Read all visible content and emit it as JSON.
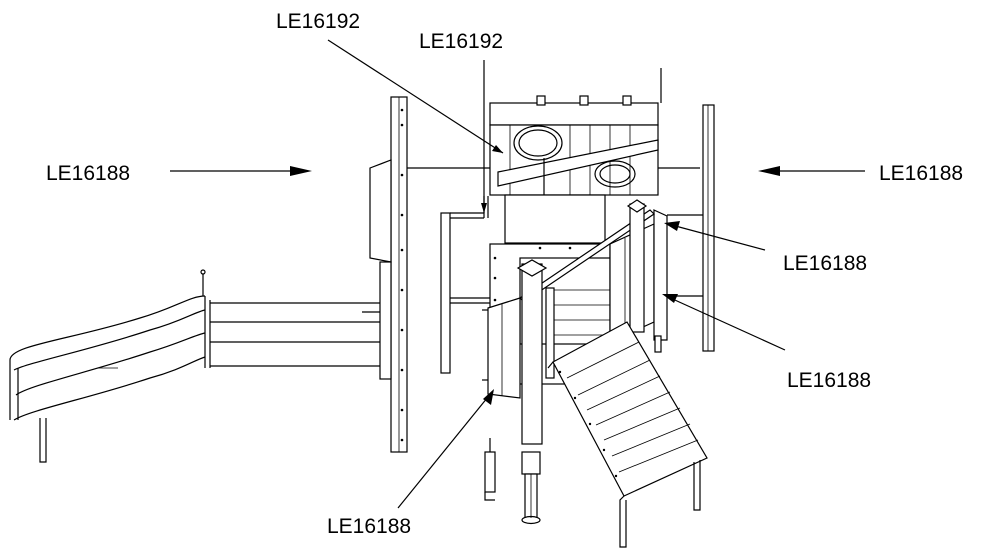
{
  "callouts": {
    "top_left": "LE16192",
    "top_right": "LE16192",
    "left": "LE16188",
    "right": "LE16188",
    "right_upper": "LE16188",
    "right_lower": "LE16188",
    "bottom": "LE16188"
  }
}
